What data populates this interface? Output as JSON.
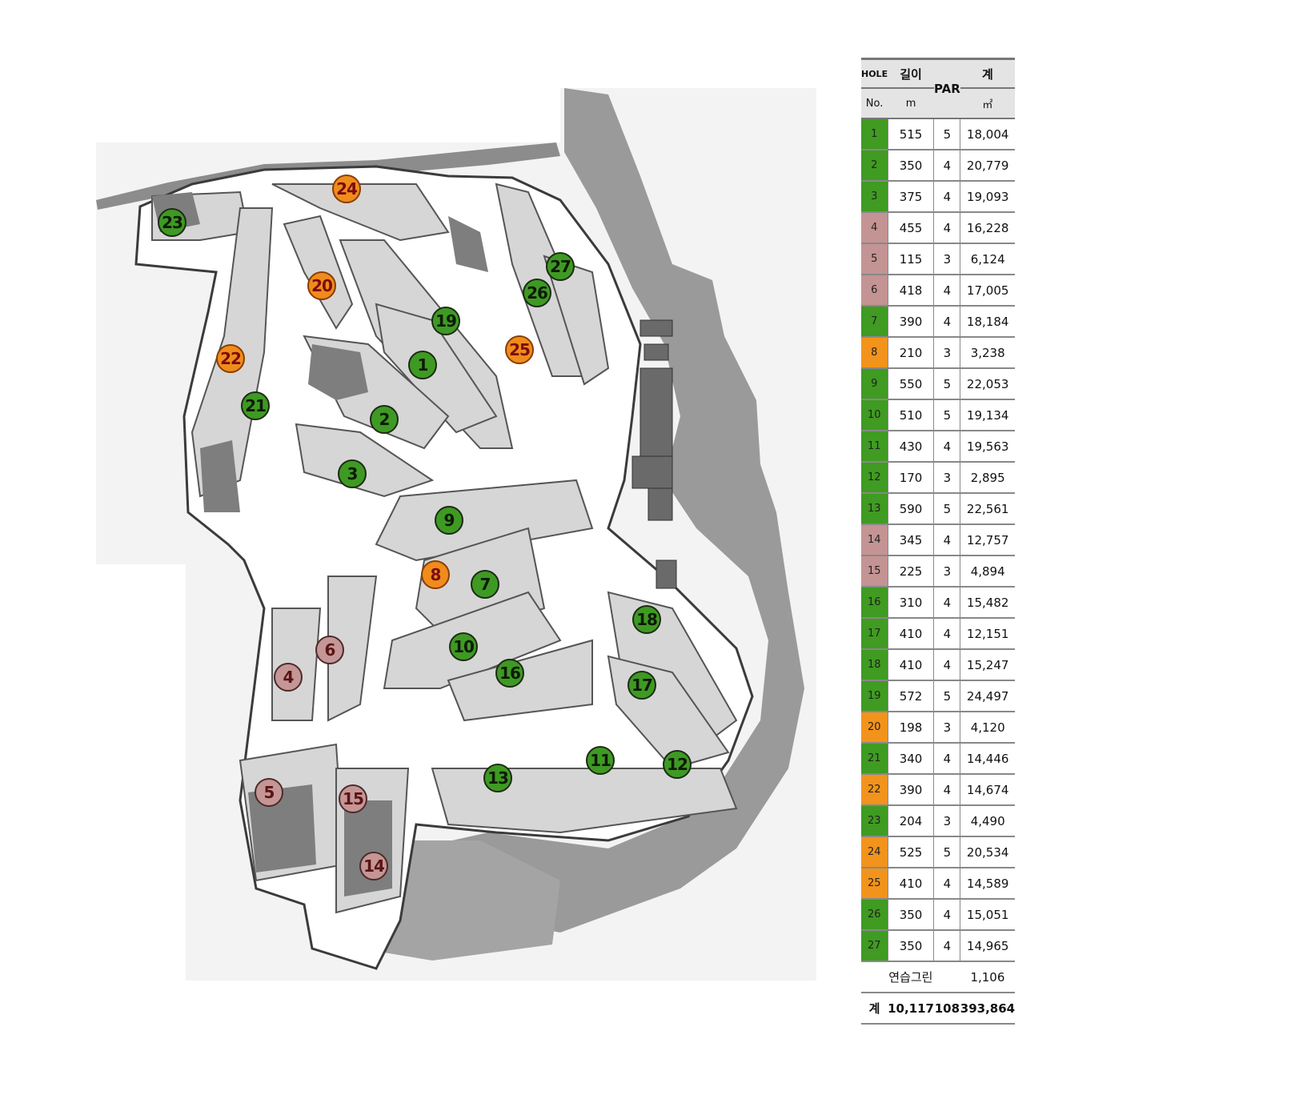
{
  "colors": {
    "green": "#3f9b21",
    "orange": "#f2931b",
    "pink": "#c49393"
  },
  "table": {
    "header": {
      "hole": "HOLE",
      "length": "길이",
      "par": "PAR",
      "area": "계",
      "no": "No.",
      "length_unit": "m",
      "area_unit": "㎡"
    },
    "rows": [
      {
        "no": "1",
        "length": "515",
        "par": "5",
        "area": "18,004",
        "color": "green"
      },
      {
        "no": "2",
        "length": "350",
        "par": "4",
        "area": "20,779",
        "color": "green"
      },
      {
        "no": "3",
        "length": "375",
        "par": "4",
        "area": "19,093",
        "color": "green"
      },
      {
        "no": "4",
        "length": "455",
        "par": "4",
        "area": "16,228",
        "color": "pink"
      },
      {
        "no": "5",
        "length": "115",
        "par": "3",
        "area": "6,124",
        "color": "pink"
      },
      {
        "no": "6",
        "length": "418",
        "par": "4",
        "area": "17,005",
        "color": "pink"
      },
      {
        "no": "7",
        "length": "390",
        "par": "4",
        "area": "18,184",
        "color": "green"
      },
      {
        "no": "8",
        "length": "210",
        "par": "3",
        "area": "3,238",
        "color": "orange"
      },
      {
        "no": "9",
        "length": "550",
        "par": "5",
        "area": "22,053",
        "color": "green"
      },
      {
        "no": "10",
        "length": "510",
        "par": "5",
        "area": "19,134",
        "color": "green"
      },
      {
        "no": "11",
        "length": "430",
        "par": "4",
        "area": "19,563",
        "color": "green"
      },
      {
        "no": "12",
        "length": "170",
        "par": "3",
        "area": "2,895",
        "color": "green"
      },
      {
        "no": "13",
        "length": "590",
        "par": "5",
        "area": "22,561",
        "color": "green"
      },
      {
        "no": "14",
        "length": "345",
        "par": "4",
        "area": "12,757",
        "color": "pink"
      },
      {
        "no": "15",
        "length": "225",
        "par": "3",
        "area": "4,894",
        "color": "pink"
      },
      {
        "no": "16",
        "length": "310",
        "par": "4",
        "area": "15,482",
        "color": "green"
      },
      {
        "no": "17",
        "length": "410",
        "par": "4",
        "area": "12,151",
        "color": "green"
      },
      {
        "no": "18",
        "length": "410",
        "par": "4",
        "area": "15,247",
        "color": "green"
      },
      {
        "no": "19",
        "length": "572",
        "par": "5",
        "area": "24,497",
        "color": "green"
      },
      {
        "no": "20",
        "length": "198",
        "par": "3",
        "area": "4,120",
        "color": "orange"
      },
      {
        "no": "21",
        "length": "340",
        "par": "4",
        "area": "14,446",
        "color": "green"
      },
      {
        "no": "22",
        "length": "390",
        "par": "4",
        "area": "14,674",
        "color": "orange"
      },
      {
        "no": "23",
        "length": "204",
        "par": "3",
        "area": "4,490",
        "color": "green"
      },
      {
        "no": "24",
        "length": "525",
        "par": "5",
        "area": "20,534",
        "color": "orange"
      },
      {
        "no": "25",
        "length": "410",
        "par": "4",
        "area": "14,589",
        "color": "orange"
      },
      {
        "no": "26",
        "length": "350",
        "par": "4",
        "area": "15,051",
        "color": "green"
      },
      {
        "no": "27",
        "length": "350",
        "par": "4",
        "area": "14,965",
        "color": "green"
      }
    ],
    "practice": {
      "label": "연습그린",
      "area": "1,106"
    },
    "total": {
      "label": "계",
      "length": "10,117",
      "par": "108",
      "area": "393,864"
    }
  },
  "map": {
    "markers": [
      {
        "label": "1",
        "color": "green"
      },
      {
        "label": "2",
        "color": "green"
      },
      {
        "label": "3",
        "color": "green"
      },
      {
        "label": "4",
        "color": "pink"
      },
      {
        "label": "5",
        "color": "pink"
      },
      {
        "label": "6",
        "color": "pink"
      },
      {
        "label": "7",
        "color": "green"
      },
      {
        "label": "8",
        "color": "orange"
      },
      {
        "label": "9",
        "color": "green"
      },
      {
        "label": "10",
        "color": "green"
      },
      {
        "label": "11",
        "color": "green"
      },
      {
        "label": "12",
        "color": "green"
      },
      {
        "label": "13",
        "color": "green"
      },
      {
        "label": "14",
        "color": "pink"
      },
      {
        "label": "15",
        "color": "pink"
      },
      {
        "label": "16",
        "color": "green"
      },
      {
        "label": "17",
        "color": "green"
      },
      {
        "label": "18",
        "color": "green"
      },
      {
        "label": "19",
        "color": "green"
      },
      {
        "label": "20",
        "color": "orange"
      },
      {
        "label": "21",
        "color": "green"
      },
      {
        "label": "22",
        "color": "orange"
      },
      {
        "label": "23",
        "color": "green"
      },
      {
        "label": "24",
        "color": "orange"
      },
      {
        "label": "25",
        "color": "orange"
      },
      {
        "label": "26",
        "color": "green"
      },
      {
        "label": "27",
        "color": "green"
      }
    ]
  }
}
